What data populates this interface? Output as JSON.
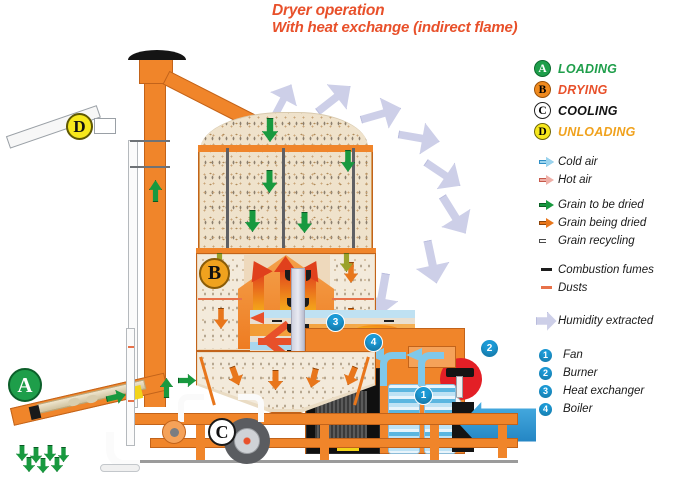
{
  "title": {
    "line1": "Dryer operation",
    "line2": "With heat exchange (indirect flame)",
    "color": "#E8502A"
  },
  "legend": {
    "phases": [
      {
        "badge": "A",
        "label": "LOADING",
        "badge_color": "#1E9E4A",
        "text_color": "#1E9E4A"
      },
      {
        "badge": "B",
        "label": "DRYING",
        "badge_color": "#F08A1E",
        "text_color": "#E8502A"
      },
      {
        "badge": "C",
        "label": "COOLING",
        "badge_color": "#FFFFFF",
        "text_color": "#111111"
      },
      {
        "badge": "D",
        "label": "UNLOADING",
        "badge_color": "#F7E81C",
        "text_color": "#F0A21E"
      }
    ],
    "flows": [
      {
        "icon": "arrow-right-icon",
        "label": "Cold air",
        "color": "#39A9DC"
      },
      {
        "icon": "arrow-right-icon",
        "label": "Hot air",
        "color": "#E07A6E"
      },
      {
        "icon": "arrow-right-icon",
        "label": "Grain to be dried",
        "color": "#18993F"
      },
      {
        "icon": "arrow-right-icon",
        "label": "Grain being dried",
        "color": "#E8761B"
      },
      {
        "icon": "arrow-right-icon",
        "label": "Grain recycling",
        "color": "#FFFFFF"
      }
    ],
    "marks": [
      {
        "icon": "dash-icon",
        "label": "Combustion fumes",
        "color": "#1D1D1D"
      },
      {
        "icon": "dash-icon",
        "label": "Dusts",
        "color": "#E8724A"
      }
    ],
    "humidity": {
      "icon": "puff-arrow-icon",
      "label": "Humidity extracted",
      "color": "#CDCFE8"
    },
    "components": [
      {
        "number": "1",
        "label": "Fan"
      },
      {
        "number": "2",
        "label": "Burner"
      },
      {
        "number": "3",
        "label": "Heat exchanger"
      },
      {
        "number": "4",
        "label": "Boiler"
      }
    ],
    "badge_accent": "#1C9AD6"
  },
  "diagram": {
    "markers": [
      {
        "id": "A",
        "label": "A",
        "meaning": "LOADING"
      },
      {
        "id": "B",
        "label": "B",
        "meaning": "DRYING"
      },
      {
        "id": "C",
        "label": "C",
        "meaning": "COOLING"
      },
      {
        "id": "D",
        "label": "D",
        "meaning": "UNLOADING"
      }
    ],
    "callouts": [
      {
        "number": "1",
        "component": "Fan"
      },
      {
        "number": "2",
        "component": "Burner"
      },
      {
        "number": "3",
        "component": "Heat exchanger"
      },
      {
        "number": "4",
        "component": "Boiler"
      }
    ],
    "machine_color": "#F0852A",
    "grain_color": "#EFE2CB",
    "cold_air_color": "#2F9FD6",
    "hot_air_colors": [
      "#E0401C",
      "#F29A1B",
      "#F7D417"
    ]
  }
}
